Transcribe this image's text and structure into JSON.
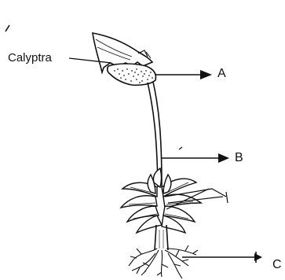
{
  "figure": {
    "labels": {
      "calyptra": "Calyptra",
      "a": "A",
      "b": "B",
      "c": "C"
    },
    "colors": {
      "ink": "#111111",
      "background": "#ffffff"
    }
  }
}
